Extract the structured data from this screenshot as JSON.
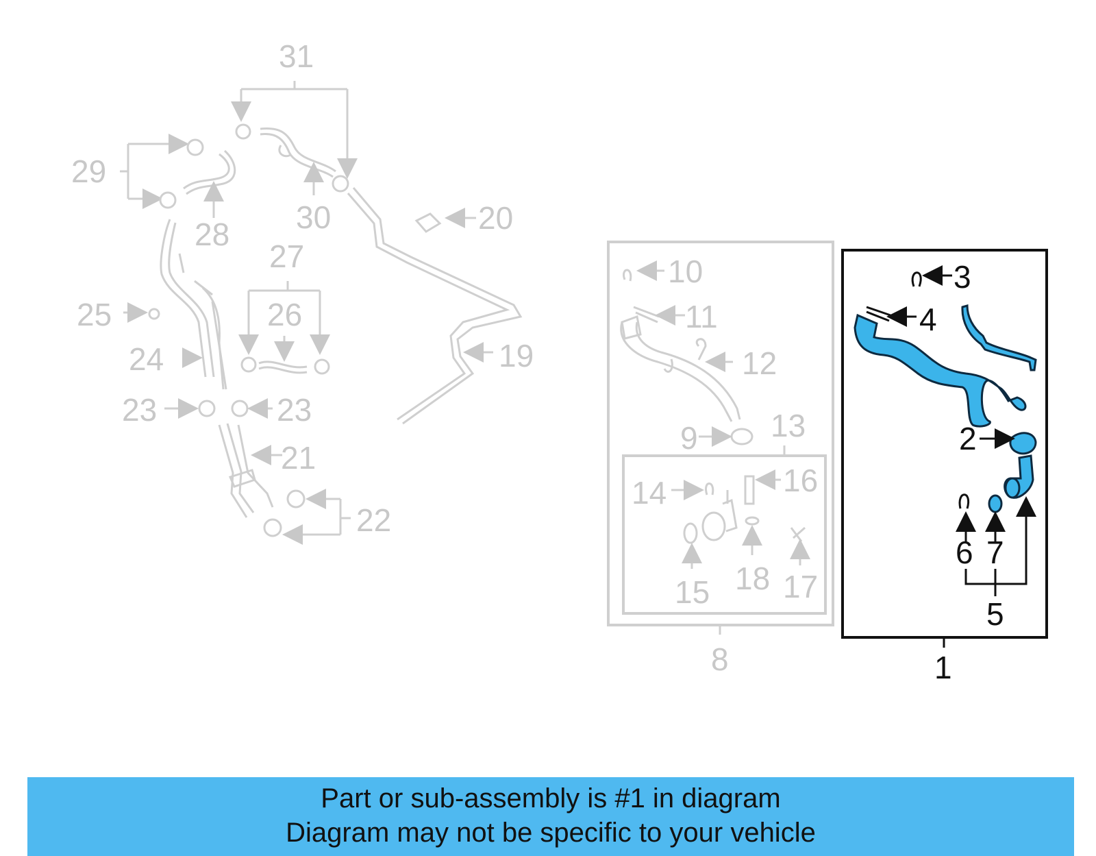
{
  "callouts": {
    "c1": "1",
    "c2": "2",
    "c3": "3",
    "c4": "4",
    "c5": "5",
    "c6": "6",
    "c7": "7",
    "c8": "8",
    "c9": "9",
    "c10": "10",
    "c11": "11",
    "c12": "12",
    "c13": "13",
    "c14": "14",
    "c15": "15",
    "c16": "16",
    "c17": "17",
    "c18": "18",
    "c19": "19",
    "c20": "20",
    "c21": "21",
    "c22": "22",
    "c23a": "23",
    "c23b": "23",
    "c24": "24",
    "c25": "25",
    "c26": "26",
    "c27": "27",
    "c28": "28",
    "c29": "29",
    "c30": "30",
    "c31": "31"
  },
  "highlight": {
    "part_number": "1",
    "color": "#3bb4ea"
  },
  "colors": {
    "banner": "#4fb9f0",
    "muted": "#c8c8c8",
    "active": "#111111"
  },
  "banner": {
    "line1": "Part or sub-assembly is #1 in diagram",
    "line2": "Diagram may not be specific to your vehicle"
  }
}
